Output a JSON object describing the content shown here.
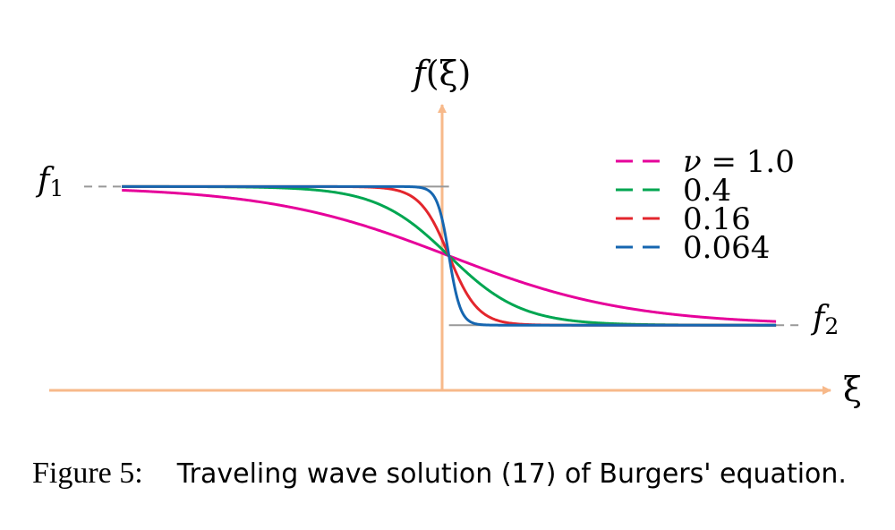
{
  "figure": {
    "label": "Figure 5:",
    "caption": "Traveling wave solution (17) of Burgers' equation."
  },
  "chart_data": {
    "type": "line",
    "y_axis_label_func": "f",
    "y_axis_label_arg": "(ξ)",
    "x_axis_label": "ξ",
    "f1_label": {
      "base": "f",
      "sub": "1"
    },
    "f2_label": {
      "base": "f",
      "sub": "2"
    },
    "f1": 1.0,
    "f2": 0.0,
    "xlim": [
      -4.4,
      4.2
    ],
    "ylim": [
      -0.47,
      1.59
    ],
    "x_range_plotted": [
      -3.6,
      3.6
    ],
    "legend_placement": "top-right",
    "legend_symbol": "ν",
    "series": [
      {
        "name": "1.0",
        "label": "1.0",
        "nu": 1.0,
        "color": "#e6009a"
      },
      {
        "name": "0.4",
        "label": "0.4",
        "nu": 0.4,
        "color": "#00a651"
      },
      {
        "name": "0.16",
        "label": "0.16",
        "nu": 0.16,
        "color": "#e3262d"
      },
      {
        "name": "0.064",
        "label": "0.064",
        "nu": 0.064,
        "color": "#1666b0"
      }
    ],
    "axis_color": "#f7b98a",
    "guide_color": "#999999"
  }
}
